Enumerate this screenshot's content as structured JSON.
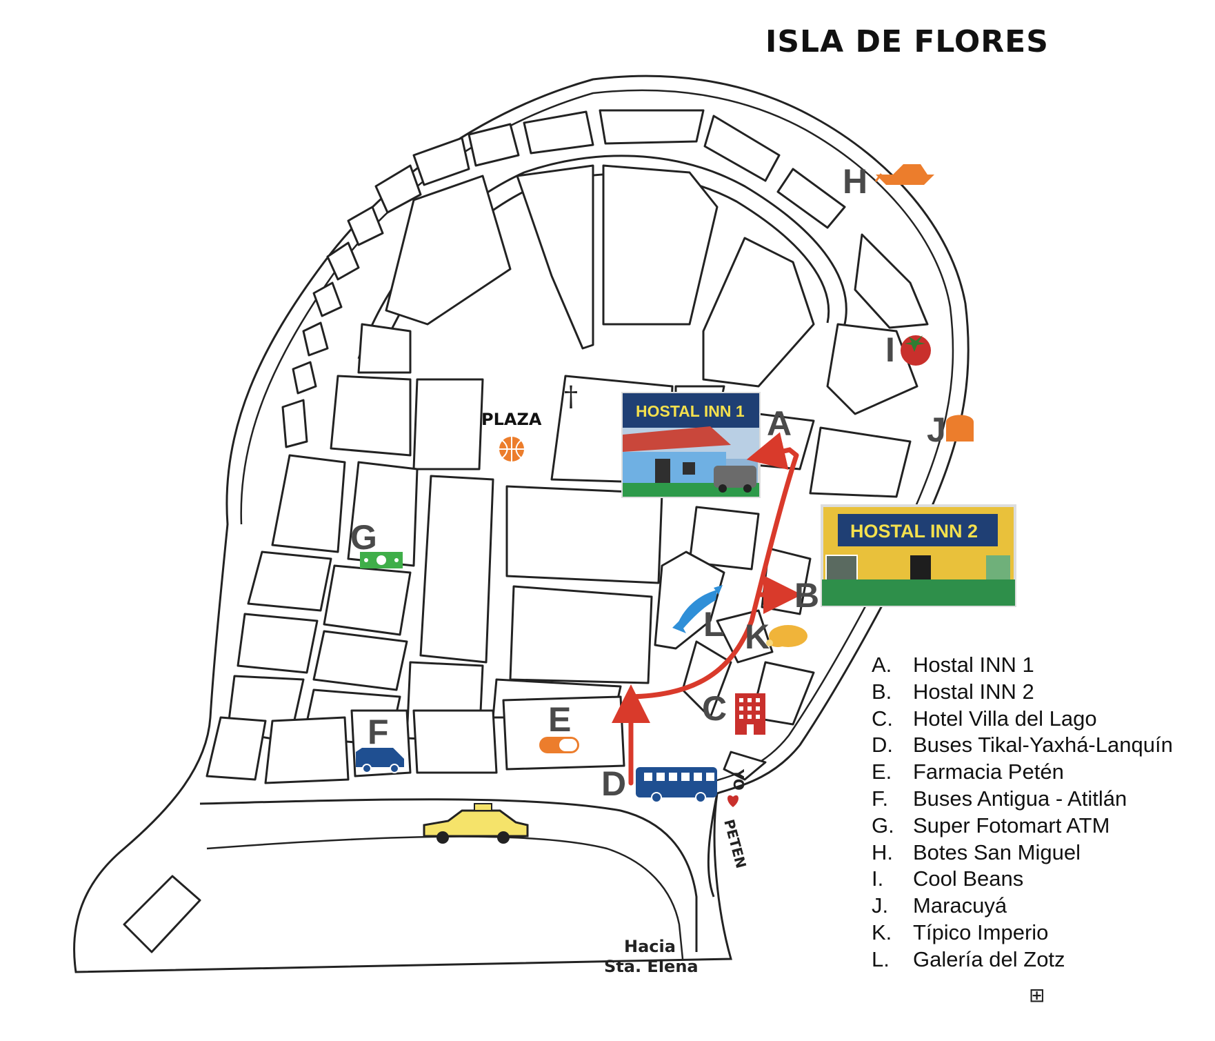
{
  "title": "ISLA DE FLORES",
  "plaza_label": "PLAZA",
  "cross_symbol": "†",
  "road_labels": {
    "line1": "Hacia",
    "line2": "Sta. Elena"
  },
  "street_label_yo": "YO",
  "street_label_peten": "PETEN",
  "hostal_1_label": "HOSTAL INN 1",
  "hostal_2_label": "HOSTAL INN 2",
  "expand_symbol": "⊞",
  "colors": {
    "route": "#d93a2b",
    "icon_orange": "#ec7d2c",
    "icon_blue": "#1f4f91",
    "icon_red": "#c9302c",
    "icon_green": "#3fae49",
    "icon_sky": "#2f8fd8",
    "sign_navy": "#1f3f74",
    "sign_text": "#f4e04d",
    "taxi_yellow": "#f5e36a"
  },
  "pois": [
    {
      "letter": "A",
      "icon": "hostel-photo-1"
    },
    {
      "letter": "B",
      "icon": "hostel-photo-2"
    },
    {
      "letter": "C",
      "icon": "hotel-building-icon"
    },
    {
      "letter": "D",
      "icon": "bus-icon"
    },
    {
      "letter": "E",
      "icon": "pill-icon"
    },
    {
      "letter": "F",
      "icon": "van-icon"
    },
    {
      "letter": "G",
      "icon": "banknote-icon"
    },
    {
      "letter": "H",
      "icon": "boat-icon"
    },
    {
      "letter": "I",
      "icon": "tomato-icon"
    },
    {
      "letter": "J",
      "icon": "bread-icon"
    },
    {
      "letter": "K",
      "icon": "roast-chicken-icon"
    },
    {
      "letter": "L",
      "icon": "fish-icon"
    }
  ],
  "legend": [
    {
      "letter": "A.",
      "name": "Hostal INN 1"
    },
    {
      "letter": "B.",
      "name": "Hostal INN 2"
    },
    {
      "letter": "C.",
      "name": "Hotel Villa del Lago"
    },
    {
      "letter": "D.",
      "name": "Buses Tikal-Yaxhá-Lanquín"
    },
    {
      "letter": "E.",
      "name": "Farmacia Petén"
    },
    {
      "letter": "F.",
      "name": "Buses Antigua - Atitlán"
    },
    {
      "letter": "G.",
      "name": "Super Fotomart ATM"
    },
    {
      "letter": "H.",
      "name": "Botes San Miguel"
    },
    {
      "letter": "I.",
      "name": "Cool Beans"
    },
    {
      "letter": "J.",
      "name": "Maracuyá"
    },
    {
      "letter": "K.",
      "name": "Típico Imperio"
    },
    {
      "letter": "L.",
      "name": "Galería del Zotz"
    }
  ]
}
